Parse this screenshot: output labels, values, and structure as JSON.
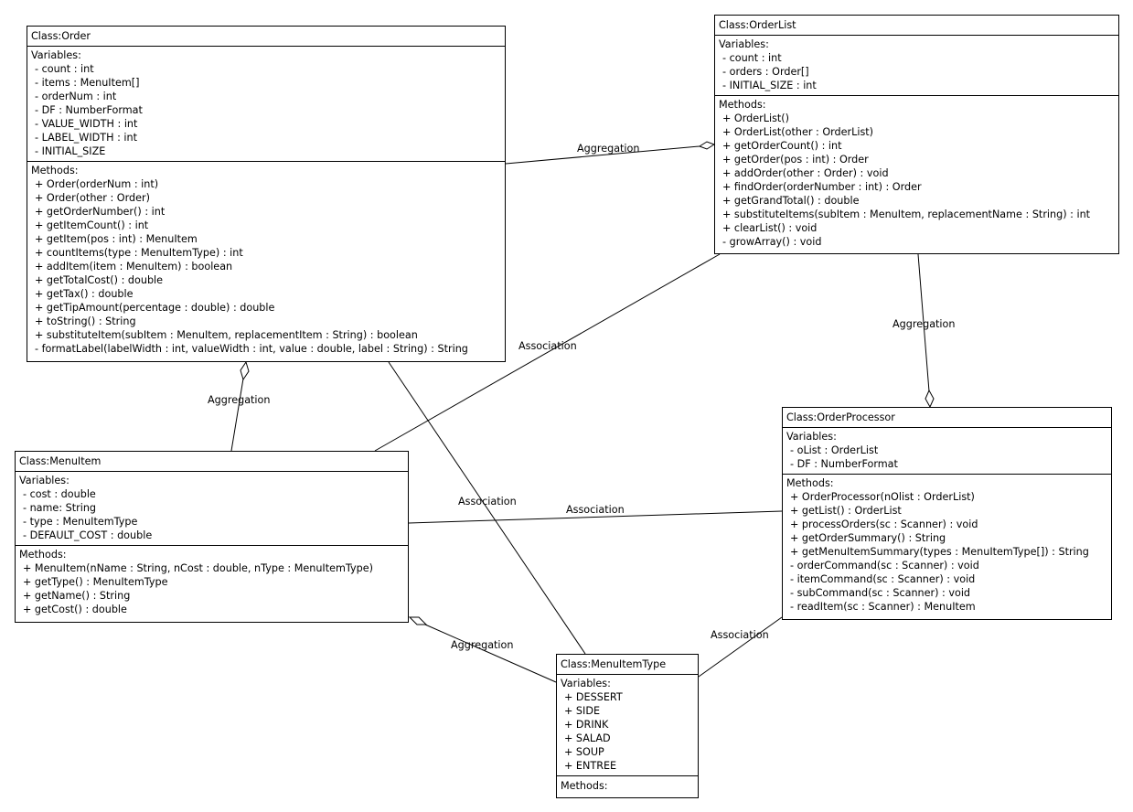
{
  "classes": {
    "order": {
      "title": "Class:Order",
      "variables_label": "Variables:",
      "variables": [
        "- count : int",
        "- items : MenuItem[]",
        "- orderNum : int",
        "- DF : NumberFormat",
        "- VALUE_WIDTH : int",
        "- LABEL_WIDTH : int",
        "- INITIAL_SIZE"
      ],
      "methods_label": "Methods:",
      "methods": [
        "+ Order(orderNum : int)",
        "+ Order(other : Order)",
        "+ getOrderNumber() : int",
        "+ getItemCount() : int",
        "+ getItem(pos : int) : MenuItem",
        "+ countItems(type : MenuItemType) : int",
        "+ addItem(item : MenuItem) : boolean",
        "+ getTotalCost() : double",
        "+ getTax() : double",
        "+ getTipAmount(percentage : double) : double",
        "+ toString() : String",
        "+ substituteItem(subItem : MenuItem, replacementItem : String) : boolean",
        "- formatLabel(labelWidth : int, valueWidth : int, value : double, label : String) : String"
      ]
    },
    "orderlist": {
      "title": "Class:OrderList",
      "variables_label": "Variables:",
      "variables": [
        "- count : int",
        "- orders : Order[]",
        "- INITIAL_SIZE : int"
      ],
      "methods_label": "Methods:",
      "methods": [
        "+ OrderList()",
        "+ OrderList(other : OrderList)",
        "+ getOrderCount() : int",
        "+ getOrder(pos : int) : Order",
        "+ addOrder(other : Order) : void",
        "+ findOrder(orderNumber : int) : Order",
        "+ getGrandTotal() : double",
        "+ substituteItems(subItem : MenuItem, replacementName : String) : int",
        "+ clearList() : void",
        "- growArray() : void"
      ]
    },
    "orderprocessor": {
      "title": "Class:OrderProcessor",
      "variables_label": "Variables:",
      "variables": [
        "- oList : OrderList",
        "- DF : NumberFormat"
      ],
      "methods_label": "Methods:",
      "methods": [
        "+ OrderProcessor(nOlist : OrderList)",
        "+ getList() : OrderList",
        "+ processOrders(sc : Scanner) : void",
        "+ getOrderSummary() : String",
        "+ getMenuItemSummary(types : MenuItemType[]) : String",
        "- orderCommand(sc : Scanner) : void",
        "- itemCommand(sc : Scanner) : void",
        "- subCommand(sc : Scanner) : void",
        "- readItem(sc : Scanner) : MenuItem"
      ]
    },
    "menuitem": {
      "title": "Class:MenuItem",
      "variables_label": "Variables:",
      "variables": [
        "- cost : double",
        "- name: String",
        "- type : MenuItemType",
        "- DEFAULT_COST : double"
      ],
      "methods_label": "Methods:",
      "methods": [
        "+ MenuItem(nName : String, nCost : double, nType : MenuItemType)",
        "+ getType() : MenuItemType",
        "+ getName() : String",
        "+ getCost() : double"
      ]
    },
    "menuitemtype": {
      "title": "Class:MenuItemType",
      "variables_label": "Variables:",
      "variables": [
        "+ DESSERT",
        "+ SIDE",
        "+ DRINK",
        "+ SALAD",
        "+ SOUP",
        "+ ENTREE"
      ],
      "methods_label": "Methods:",
      "methods": []
    }
  },
  "relationships": [
    {
      "id": "order-orderlist",
      "type": "Aggregation",
      "label": "Aggregation",
      "from": "Order",
      "to": "OrderList",
      "diamond_at": "OrderList"
    },
    {
      "id": "orderlist-orderprocessor",
      "type": "Aggregation",
      "label": "Aggregation",
      "from": "OrderList",
      "to": "OrderProcessor",
      "diamond_at": "OrderProcessor"
    },
    {
      "id": "menuitem-order",
      "type": "Aggregation",
      "label": "Aggregation",
      "from": "MenuItem",
      "to": "Order",
      "diamond_at": "Order"
    },
    {
      "id": "menuitem-orderlist",
      "type": "Association",
      "label": "Association",
      "from": "MenuItem",
      "to": "OrderList"
    },
    {
      "id": "order-menuitemtype",
      "type": "Association",
      "label": "Association",
      "from": "Order",
      "to": "MenuItemType"
    },
    {
      "id": "menuitem-orderprocessor",
      "type": "Association",
      "label": "Association",
      "from": "MenuItem",
      "to": "OrderProcessor"
    },
    {
      "id": "menuitemtype-menuitem",
      "type": "Aggregation",
      "label": "Aggregation",
      "from": "MenuItemType",
      "to": "MenuItem",
      "diamond_at": "MenuItem"
    },
    {
      "id": "menuitemtype-orderprocessor",
      "type": "Association",
      "label": "Association",
      "from": "MenuItemType",
      "to": "OrderProcessor"
    }
  ]
}
